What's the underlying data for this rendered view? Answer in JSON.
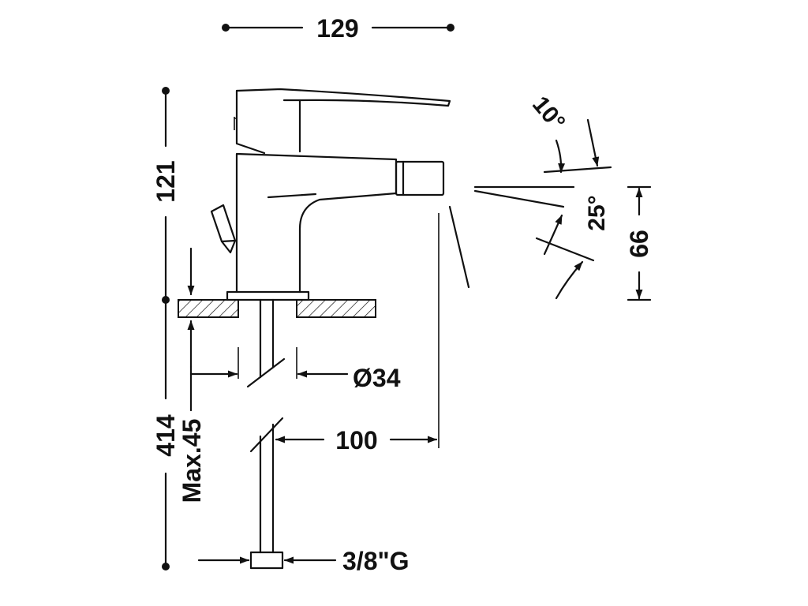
{
  "diagram": {
    "colors": {
      "line": "#111111",
      "background": "#ffffff"
    },
    "dimensions": {
      "width_top": "129",
      "height_body": "121",
      "height_total": "414",
      "deck_thickness": "Max.45",
      "hole_diameter": "Ø34",
      "spout_reach": "100",
      "connection": "3/8\"G",
      "spout_height": "66",
      "angle_upper": "10°",
      "angle_lower": "25°"
    }
  }
}
